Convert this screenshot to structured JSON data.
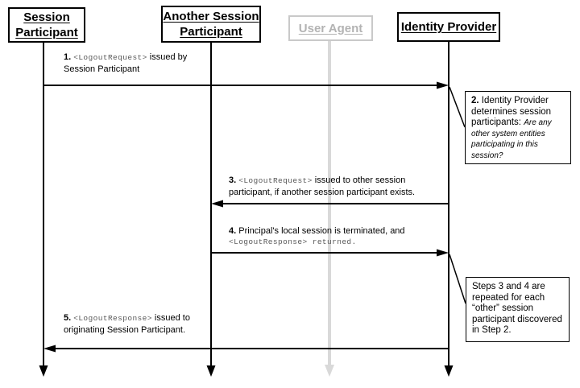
{
  "diagram_type": "sequence-diagram",
  "participants": {
    "session_participant": {
      "label": "Session Participant",
      "state": "active"
    },
    "another_session_participant": {
      "label": "Another Session Participant",
      "state": "active"
    },
    "user_agent": {
      "label": "User Agent",
      "state": "inactive"
    },
    "identity_provider": {
      "label": "Identity Provider",
      "state": "active"
    }
  },
  "messages": {
    "m1": {
      "num": "1. ",
      "tag": "<LogoutRequest>",
      "rest": " issued by",
      "line2": "Session Participant",
      "from": "Session Participant",
      "to": "Identity Provider",
      "direction": "right"
    },
    "m3": {
      "num": "3. ",
      "tag": "<LogoutRequest>",
      "rest": " issued to other session",
      "line2": "participant, if another session participant exists.",
      "from": "Identity Provider",
      "to": "Another Session Participant",
      "direction": "left"
    },
    "m4": {
      "num": "4. ",
      "rest": "Principal's local session is terminated, and",
      "line2_mono": "<LogoutResponse> returned.",
      "from": "Another Session Participant",
      "to": "Identity Provider",
      "direction": "right"
    },
    "m5": {
      "num": "5. ",
      "tag": "<LogoutResponse>",
      "rest": " issued to",
      "line2": "originating Session Participant.",
      "from": "Identity Provider",
      "to": "Session Participant",
      "direction": "left"
    }
  },
  "notes": {
    "step2": {
      "num": "2. ",
      "text": "Identity Provider determines session participants: ",
      "question": "Are any other system entities participating in this session?"
    },
    "steps34": {
      "text": "Steps 3 and 4 are repeated for each “other” session participant discovered in Step 2."
    }
  },
  "colors": {
    "line": "#000000",
    "inactive_border": "#c9c9c9",
    "inactive_text": "#b3b3b3",
    "inactive_lifeline": "#d9d9d9",
    "background": "#ffffff"
  }
}
